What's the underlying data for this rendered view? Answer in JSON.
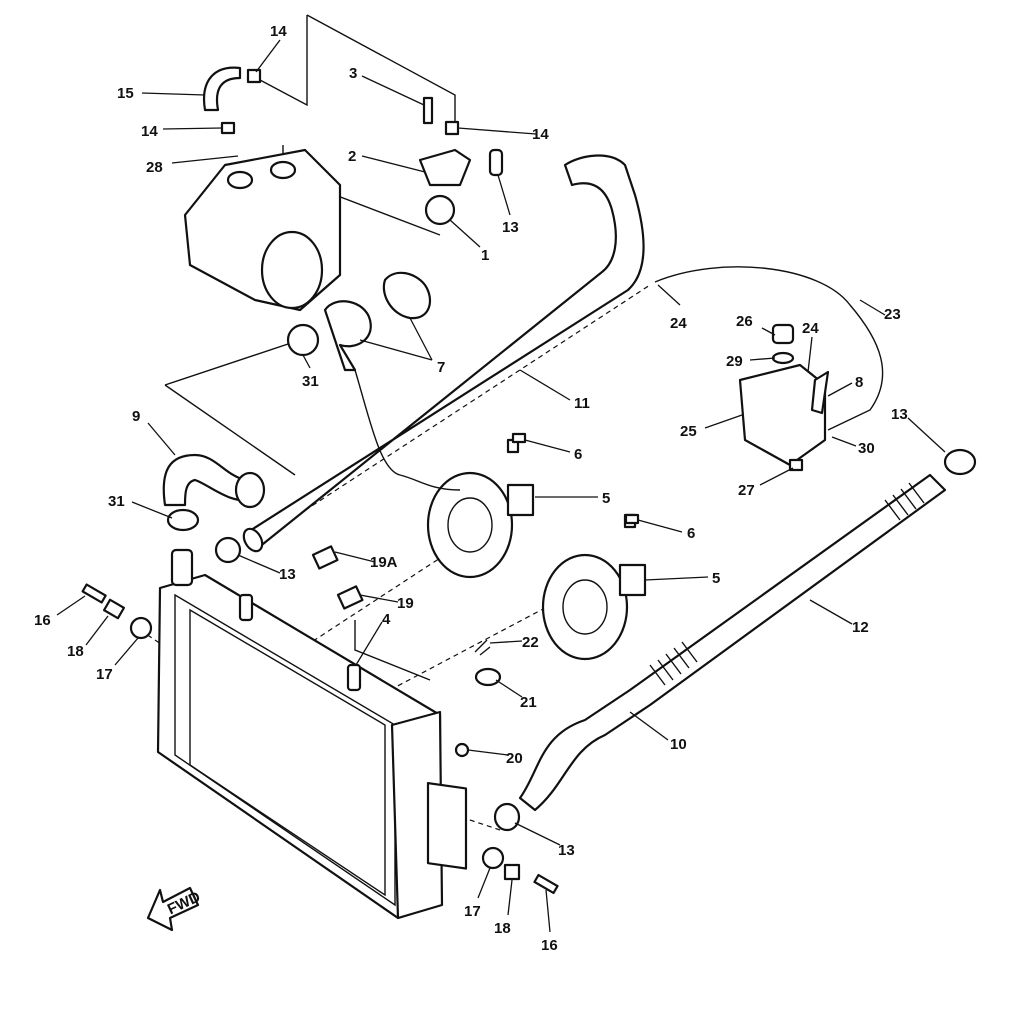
{
  "diagram": {
    "labels": {
      "l14a": "14",
      "l15": "15",
      "l3": "3",
      "l14b": "14",
      "l14c": "14",
      "l2": "2",
      "l28": "28",
      "l13a": "13",
      "l1": "1",
      "l24a": "24",
      "l26": "26",
      "l24b": "24",
      "l23": "23",
      "l7": "7",
      "l29": "29",
      "l8": "8",
      "l31a": "31",
      "l11": "11",
      "l13b": "13",
      "l25": "25",
      "l30": "30",
      "l9": "9",
      "l6a": "6",
      "l27": "27",
      "l5a": "5",
      "l31b": "31",
      "l6b": "6",
      "l19a": "19A",
      "l13c": "13",
      "l5b": "5",
      "l19": "19",
      "l16a": "16",
      "l4": "4",
      "l12": "12",
      "l18a": "18",
      "l22": "22",
      "l17a": "17",
      "l21": "21",
      "l10": "10",
      "l20": "20",
      "l13d": "13",
      "l17b": "17",
      "l18b": "18",
      "l16b": "16"
    },
    "fwd_label": "FWD"
  }
}
